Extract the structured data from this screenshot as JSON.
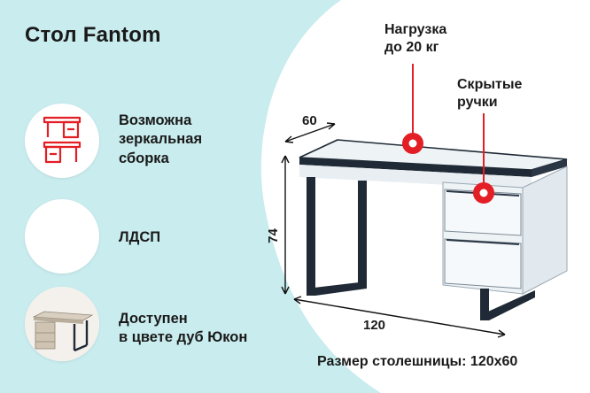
{
  "title": "Стол Fantom",
  "features": [
    {
      "icon": "mirror-assembly-desk-icon",
      "text": "Возможна\nзеркальная\nсборка"
    },
    {
      "icon": "ldsp-blank-icon",
      "text": "ЛДСП"
    },
    {
      "icon": "oak-desk-thumbnail-icon",
      "text": "Доступен\nв цвете дуб Юкон"
    }
  ],
  "callouts": {
    "load": "Нагрузка\nдо 20 кг",
    "handles": "Скрытые\nручки"
  },
  "dimensions": {
    "depth": "60",
    "height": "74",
    "width": "120"
  },
  "caption": "Размер столешницы: 120х60",
  "colors": {
    "accent": "#e31e24",
    "background_mint": "#c9ecee",
    "desk_white": "#f3f6f8",
    "desk_legs": "#1f2a36"
  }
}
